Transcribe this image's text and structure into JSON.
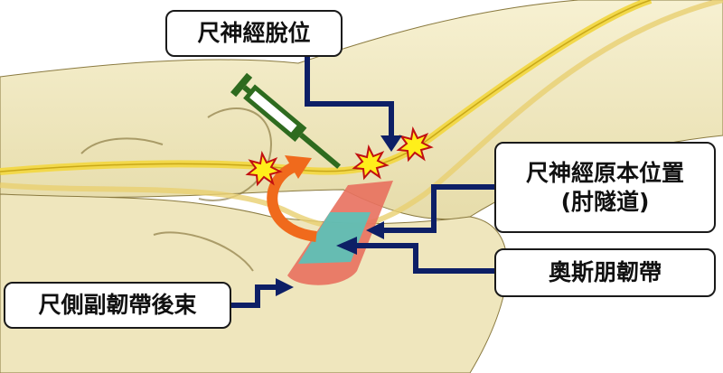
{
  "labels": {
    "dislocation": "尺神經脫位",
    "original_position": "尺神經原本位置",
    "tunnel": "(肘隧道)",
    "osborne": "奧斯朋韌帶",
    "ucl_posterior": "尺側副韌帶後束"
  },
  "colors": {
    "bone": "#f3ecc6",
    "nerve": "#f2d84a",
    "arrow": "#0d1f66",
    "ligament_red": "#e8705e",
    "ligament_teal": "#4fc8c0",
    "syringe": "#2e6b1f",
    "curve_arrow": "#f06a1c"
  }
}
